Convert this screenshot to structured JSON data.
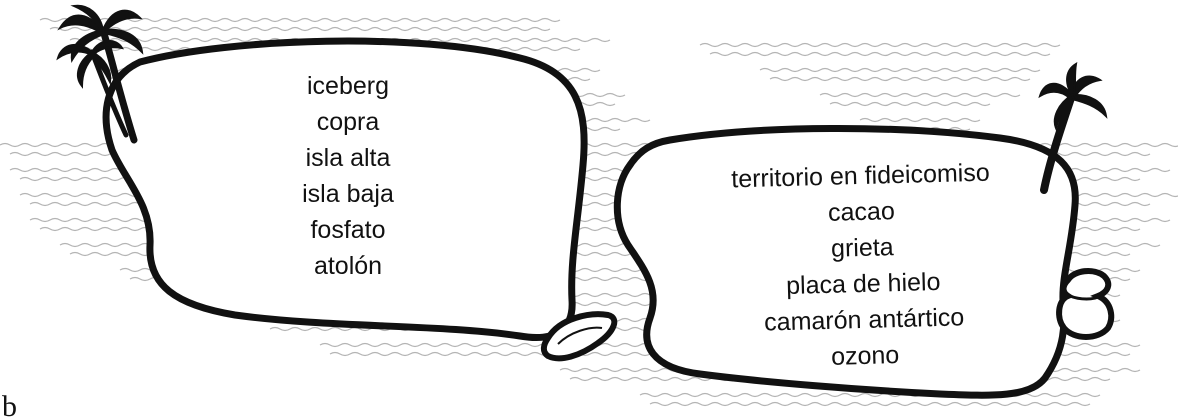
{
  "islands": [
    {
      "words": [
        "iceberg",
        "copra",
        "isla alta",
        "isla baja",
        "fosfato",
        "atolón"
      ]
    },
    {
      "words": [
        "territorio en fideicomiso",
        "cacao",
        "grieta",
        "placa de hielo",
        "camarón antártico",
        "ozono"
      ]
    }
  ],
  "corner_label": "b",
  "icons": [
    "palm-tree-icon",
    "rock-icon",
    "wave-pattern"
  ],
  "colors": {
    "ink": "#111111",
    "waves": "#b4b4b4",
    "background": "#ffffff"
  }
}
